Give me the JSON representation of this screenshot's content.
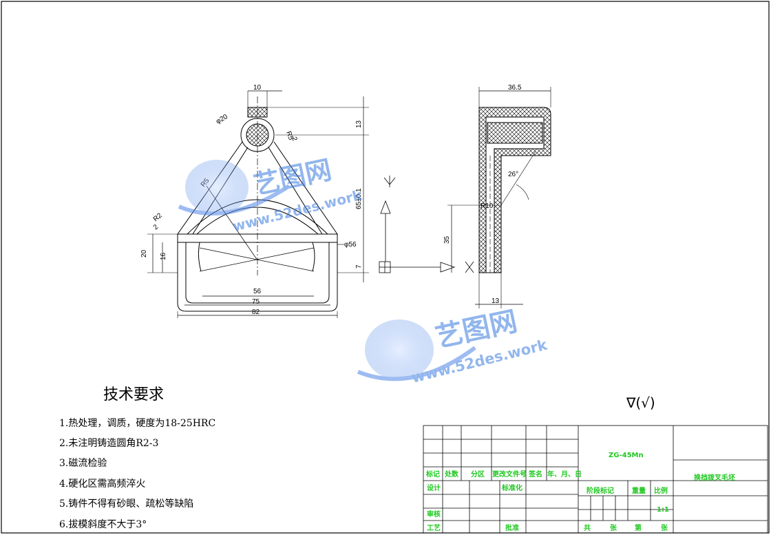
{
  "drawing": {
    "border_color": "#000000",
    "title_color": "#1ec81e",
    "accent_blue": "#3a7be0"
  },
  "front_view": {
    "dims": {
      "top_width": "10",
      "boss_dia": "φ20",
      "right_radius": "R5",
      "small_dim": "2",
      "left_radius": "R2",
      "left_small": "2",
      "height_13": "13",
      "height_total": "65±0.1",
      "left_20": "20",
      "left_16": "16",
      "arc_dia": "φ56",
      "bottom_7": "7",
      "inner_56": "56",
      "mid_75": "75",
      "outer_82": "82",
      "small_r": "R5"
    }
  },
  "side_view": {
    "dims": {
      "width_36": "36.5",
      "angle": "26°",
      "r10": "R10",
      "h35": "35",
      "bottom_13": "13"
    }
  },
  "watermark": {
    "title": "艺图网",
    "url": "www.52des.work"
  },
  "tech_req": {
    "title": "技术要求",
    "items": [
      "1.热处理，调质，硬度为18-25HRC",
      "2.未注明铸造圆角R2-3",
      "3.磁流检验",
      "4.硬化区需高频淬火",
      "5.铸件不得有砂眼、疏松等缺陷",
      "6.拔模斜度不大于3°"
    ]
  },
  "roughness_symbol": "∇(√)",
  "title_block": {
    "material": "ZG-45Mn",
    "part_name": "换挡拨叉毛坯",
    "row_labels": [
      "标记",
      "处数",
      "分区",
      "更改文件号",
      "签名",
      "年、月、日"
    ],
    "design": "设计",
    "standard": "标准化",
    "check": "审核",
    "process": "工艺",
    "approve": "批准",
    "stage_mark": "阶段标记",
    "weight": "重量",
    "scale_label": "比例",
    "scale": "1:1",
    "total_sheets": "共",
    "sheet_label": "张",
    "sheet_no": "第",
    "sheet_end": "张"
  }
}
